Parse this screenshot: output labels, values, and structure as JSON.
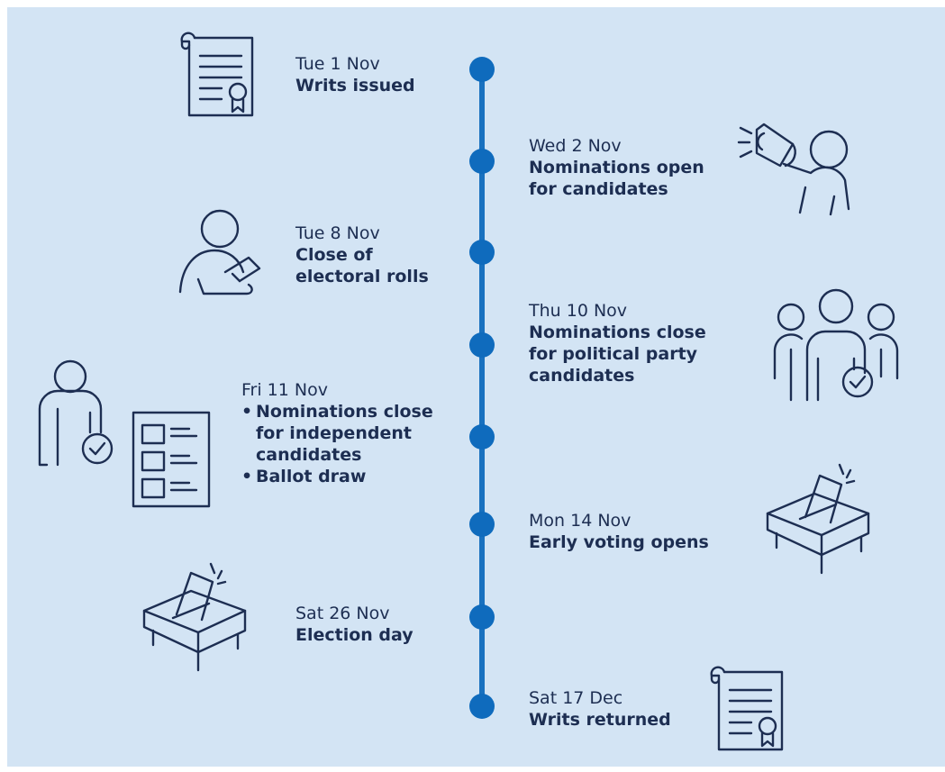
{
  "theme": {
    "background": "#d3e4f4",
    "line": "#1971bf",
    "dot": "#0f6bbd",
    "ink": "#1d2e52"
  },
  "events": [
    {
      "date": "Tue 1 Nov",
      "title": "Writs issued",
      "icon": "certificate-icon"
    },
    {
      "date": "Wed 2 Nov",
      "title": "Nominations open for candidates",
      "title_lines": [
        "Nominations open",
        "for candidates"
      ],
      "icon": "megaphone-person-icon"
    },
    {
      "date": "Tue 8 Nov",
      "title": "Close of electoral rolls",
      "title_lines": [
        "Close of",
        "electoral rolls"
      ],
      "icon": "person-writing-icon"
    },
    {
      "date": "Thu 10 Nov",
      "title": "Nominations close for political party candidates",
      "title_lines": [
        "Nominations close",
        "for political party",
        "candidates"
      ],
      "icon": "group-check-icon"
    },
    {
      "date": "Fri 11 Nov",
      "bullets": [
        "Nominations close for independent candidates",
        "Ballot draw"
      ],
      "bullet_lines": [
        [
          "Nominations close",
          "for independent",
          "candidates"
        ],
        [
          "Ballot draw"
        ]
      ],
      "icon": "candidate-ballot-icon"
    },
    {
      "date": "Mon 14 Nov",
      "title": "Early voting opens",
      "icon": "ballot-box-icon"
    },
    {
      "date": "Sat 26 Nov",
      "title": "Election day",
      "icon": "ballot-box-icon"
    },
    {
      "date": "Sat 17 Dec",
      "title": "Writs returned",
      "icon": "certificate-icon"
    }
  ]
}
